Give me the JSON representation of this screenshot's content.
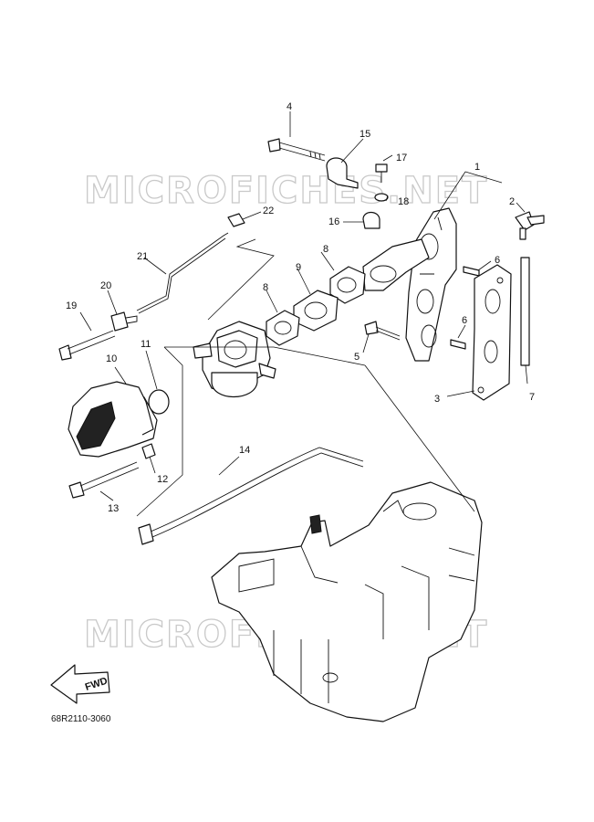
{
  "watermark": {
    "text_top": "MICROFICHES.NET",
    "text_bottom": "MICROFICHES.NET"
  },
  "reference_code": "68R2110-3060",
  "fwd_label": "FWD",
  "callouts": [
    "1",
    "2",
    "3",
    "4",
    "5",
    "6",
    "6",
    "7",
    "8",
    "8",
    "9",
    "10",
    "11",
    "12",
    "13",
    "14",
    "15",
    "16",
    "17",
    "18",
    "19",
    "20",
    "21",
    "22"
  ]
}
